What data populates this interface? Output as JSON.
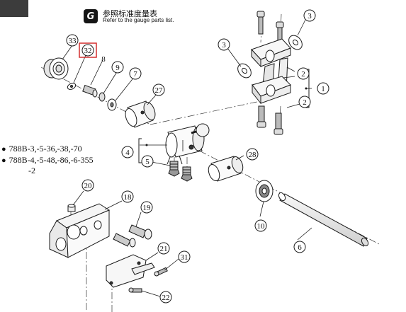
{
  "header": {
    "badge": "G",
    "title_zh": "参照标准度量表",
    "title_en": "Refer to the gauge parts list."
  },
  "models": [
    {
      "bullet": "●",
      "text": "788B-3,-5-36,-38,-70"
    },
    {
      "bullet": "●",
      "text": "788B-4,-5-48,-86,-6-355"
    },
    {
      "bullet": "",
      "text": "-2"
    }
  ],
  "callouts": {
    "c1": "1",
    "c2a": "2",
    "c2b": "2",
    "c3a": "3",
    "c3b": "3",
    "c4": "4",
    "c5": "5",
    "c6": "6",
    "c7": "7",
    "c8": "8",
    "c9": "9",
    "c10": "10",
    "c18": "18",
    "c19": "19",
    "c20": "20",
    "c21": "21",
    "c22": "22",
    "c27": "27",
    "c28": "28",
    "c31": "31",
    "c32": "32",
    "c33": "33"
  },
  "colors": {
    "highlight": "#d32f2f",
    "ink": "#1a1a1a",
    "tab": "#3c3c3c"
  }
}
